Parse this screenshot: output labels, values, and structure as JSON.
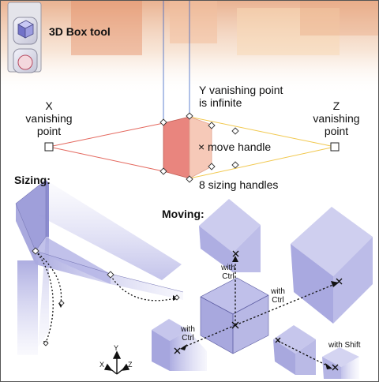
{
  "toolbar": {
    "tool_label": "3D Box tool",
    "tool_icon": "3d-box-icon",
    "next_icon": "ellipse-tool-icon"
  },
  "anatomy": {
    "x_vp": "X\nvanishing\npoint",
    "y_vp": "Y vanishing point\nis infinite",
    "z_vp": "Z\nvanishing\npoint",
    "move_handle": "move handle",
    "move_marker": "×",
    "sizing_handles": "8 sizing handles"
  },
  "sizing": {
    "heading": "Sizing:"
  },
  "moving": {
    "heading": "Moving:",
    "ctrl_top": "with\nCtrl",
    "ctrl_right": "with\nCtrl",
    "ctrl_left": "with\nCtrl",
    "shift": "with Shift"
  },
  "axes": {
    "y": "Y",
    "x": "X",
    "z": "Z"
  },
  "colors": {
    "box_front": "#e9857e",
    "box_side": "#f6c9b8",
    "x_line": "#e4685e",
    "z_line": "#f1c84e",
    "y_line": "#3a64c4",
    "cube_face": "#b3b3e4",
    "border": "#555555"
  }
}
